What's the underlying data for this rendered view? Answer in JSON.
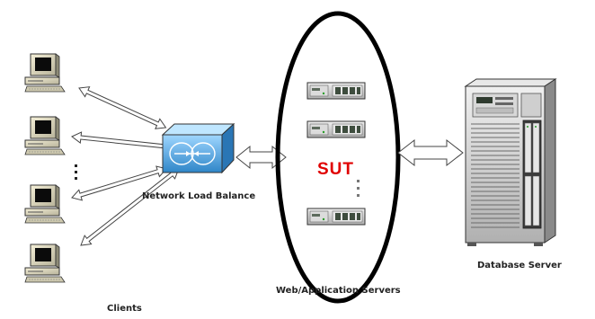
{
  "diagram": {
    "labels": {
      "load_balancer": "Network Load Balance",
      "app_servers": "Web/Application Servers",
      "database": "Database Server",
      "clients": "Clients",
      "sut": "SUT"
    },
    "nodes": {
      "client_count_shown": 4,
      "app_server_count_shown": 3
    },
    "colors": {
      "sut_text": "#e00000",
      "ellipse_stroke": "#000000",
      "router_blue": "#4aa3df",
      "arrow_fill": "#ffffff",
      "arrow_stroke": "#444444"
    }
  }
}
